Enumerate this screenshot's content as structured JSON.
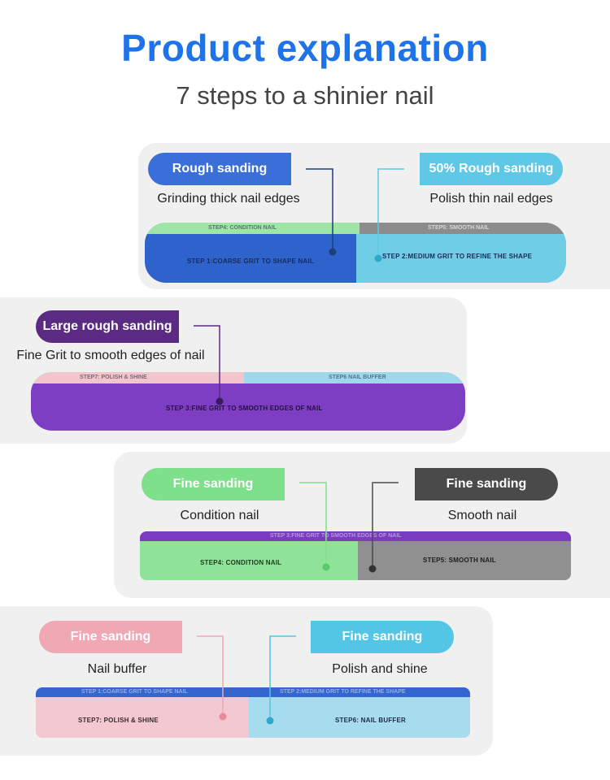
{
  "header": {
    "title": "Product explanation",
    "subtitle": "7 steps to a shinier nail"
  },
  "section1": {
    "left_pill": "Rough sanding",
    "left_caption": "Grinding thick nail edges",
    "right_pill": "50% Rough sanding",
    "right_caption": "Polish thin nail edges",
    "step1_text": "STEP 1:COARSE GRIT TO SHAPE NAIL",
    "step2_text": "STEP 2:MEDIUM GRIT TO REFINE THE SHAPE",
    "top_left_text": "STEP4: CONDITION NAIL",
    "top_right_text": "STEP5: SMOOTH NAIL"
  },
  "section2": {
    "pill": "Large rough sanding",
    "caption": "Fine Grit to smooth edges of nail",
    "step3_text": "STEP 3:FINE GRIT TO SMOOTH EDGES OF NAIL",
    "top_left_text": "STEP7: POLISH & SHINE",
    "top_right_text": "STEP6 NAIL BUFFER"
  },
  "section3": {
    "left_pill": "Fine sanding",
    "left_caption": "Condition nail",
    "right_pill": "Fine sanding",
    "right_caption": "Smooth nail",
    "step4_text": "STEP4: CONDITION NAIL",
    "step5_text": "STEP5: SMOOTH NAIL",
    "top_text": "STEP 3:FINE GRIT TO SMOOTH EDGES OF NAIL"
  },
  "section4": {
    "left_pill": "Fine sanding",
    "left_caption": "Nail buffer",
    "right_pill": "Fine sanding",
    "right_caption": "Polish and shine",
    "step7_text": "STEP7: POLISH & SHINE",
    "step6_text": "STEP6: NAIL BUFFER",
    "top_left_text": "STEP 1:COARSE GRIT TO SHAPE NAIL",
    "top_right_text": "STEP 2:MEDIUM GRIT TO REFINE THE SHAPE"
  },
  "colors": {
    "title_blue": "#1e73e8",
    "rough_blue": "#3a6fd8",
    "light_blue": "#5ec8e6",
    "purple": "#5b2a82",
    "green": "#7ee08a",
    "dark_gray": "#4a4a4a",
    "pink": "#f0a8b4",
    "cyan": "#52c6e4"
  }
}
